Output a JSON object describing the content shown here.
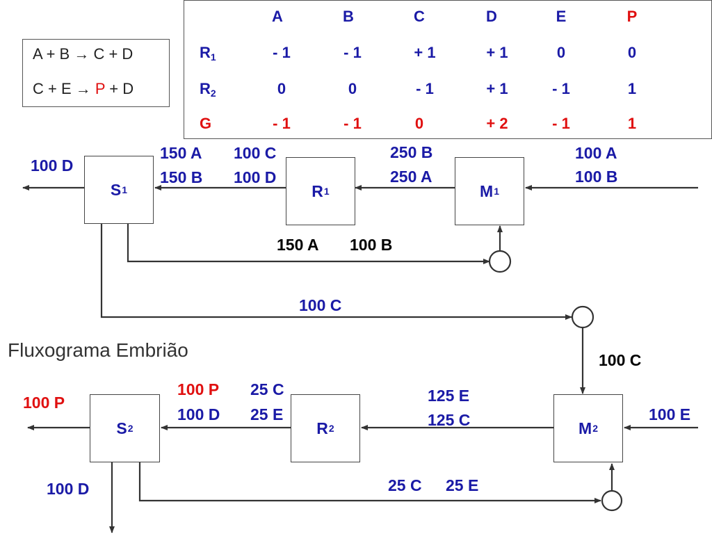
{
  "reactions": {
    "line1": {
      "pre": "A + B ",
      "arrow": "→",
      "post": " C + D"
    },
    "line2": {
      "pre": "C + E ",
      "arrow": "→",
      "p": "P",
      "post": " + D"
    }
  },
  "table": {
    "headers": [
      "A",
      "B",
      "C",
      "D",
      "E",
      "P"
    ],
    "rows": [
      {
        "name": "R",
        "sub": "1",
        "values": [
          "- 1",
          "- 1",
          "+ 1",
          "+ 1",
          "0",
          "0"
        ]
      },
      {
        "name": "R",
        "sub": "2",
        "values": [
          "0",
          "0",
          "- 1",
          "+ 1",
          "- 1",
          "1"
        ]
      },
      {
        "name": "G",
        "sub": "",
        "values": [
          "- 1",
          "- 1",
          "0",
          "+ 2",
          "- 1",
          "1"
        ]
      }
    ]
  },
  "units": {
    "s1": {
      "name": "S",
      "sub": "1"
    },
    "r1": {
      "name": "R",
      "sub": "1"
    },
    "m1": {
      "name": "M",
      "sub": "1"
    },
    "s2": {
      "name": "S",
      "sub": "2"
    },
    "r2": {
      "name": "R",
      "sub": "2"
    },
    "m2": {
      "name": "M",
      "sub": "2"
    }
  },
  "streams": {
    "feed1_a": "100 A",
    "feed1_b": "100 B",
    "m1_out_b": "250 B",
    "m1_out_a": "250 A",
    "r1_out_c": "100 C",
    "r1_out_d": "100 D",
    "r1_out_a": "150 A",
    "r1_out_b": "150 B",
    "s1_out_d": "100 D",
    "recycle1_a": "150 A",
    "recycle1_b": "100 B",
    "transfer_c": "100 C",
    "transfer_c2": "100 C",
    "feed2_e": "100 E",
    "m2_out_e": "125 E",
    "m2_out_c": "125 C",
    "r2_out_p": "100 P",
    "r2_out_d": "100 D",
    "r2_out_c": "25 C",
    "r2_out_e": "25 E",
    "s2_out_p": "100 P",
    "s2_out_d": "100 D",
    "recycle2_c": "25 C",
    "recycle2_e": "25 E"
  },
  "title": "Fluxograma Embrião",
  "colors": {
    "blue": "#1a1aa6",
    "red": "#e01010",
    "black": "#000000"
  }
}
